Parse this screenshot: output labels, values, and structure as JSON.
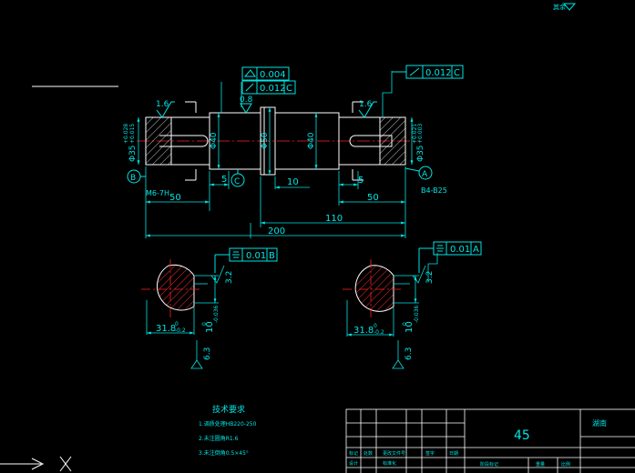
{
  "top_right_mark": "其余",
  "gdt": {
    "box1_value": "0.004",
    "box2_value": "0.012",
    "box2_datum": "C",
    "box3_value": "0.012",
    "box3_datum": "C",
    "box4_value": "0.01",
    "box4_datum": "B",
    "box5_value": "0.01",
    "box5_datum": "A"
  },
  "roughness": {
    "left_end": "1.6",
    "middle": "0.8",
    "right_end": "1.6",
    "section_left_keyway": "3.2",
    "section_left_bottom": "6.3",
    "section_right_keyway": "3.2",
    "section_right_bottom": "6.3"
  },
  "dims": {
    "left_end_dia": "Φ35",
    "left_end_tol_upper": "+0.028",
    "left_end_tol_lower": "+0.015",
    "phi40_left": "Φ40",
    "phi50": "Φ50",
    "phi40_right": "Φ40",
    "right_end_dia": "Φ35",
    "right_end_tol_upper": "+0.021",
    "right_end_tol_lower": "+0.003",
    "len_50_left": "50",
    "len_5_left": "5",
    "len_10": "10",
    "len_5_right": "5",
    "len_50_right": "50",
    "len_110": "110",
    "len_200": "200",
    "thread_left": "M6-7H",
    "center_right": "B4-B25",
    "sec_left_width": "31.8",
    "sec_left_width_tol": "-0.2",
    "sec_left_width_tol_upper": "0",
    "sec_left_key": "10",
    "sec_left_key_tol": "-0.036",
    "sec_left_key_tol_upper": "0",
    "sec_right_width": "31.8",
    "sec_right_width_tol": "-0.2",
    "sec_right_width_tol_upper": "0",
    "sec_right_key": "10",
    "sec_right_key_tol": "-0.036",
    "sec_right_key_tol_upper": "0"
  },
  "datums": {
    "b": "B",
    "c": "C",
    "a": "A"
  },
  "tech_req": {
    "title": "技术要求",
    "line1": "1.调质处理HB220-250",
    "line2": "2.未注圆角R1.6",
    "line3": "3.未注倒角0.5×45°"
  },
  "title_block": {
    "material": "45",
    "company": "湖南",
    "row_labels": [
      "标记",
      "处数",
      "更改文件号",
      "签字",
      "日期"
    ],
    "row_labels2": [
      "设计",
      "",
      "标准化",
      "",
      ""
    ],
    "stage_labels": [
      "阶段标记",
      "重量",
      "比例"
    ]
  },
  "colors": {
    "outline": "#ffffff",
    "dims": "#00e5e5",
    "center": "#ff2020",
    "hatch": "#ffffff"
  }
}
